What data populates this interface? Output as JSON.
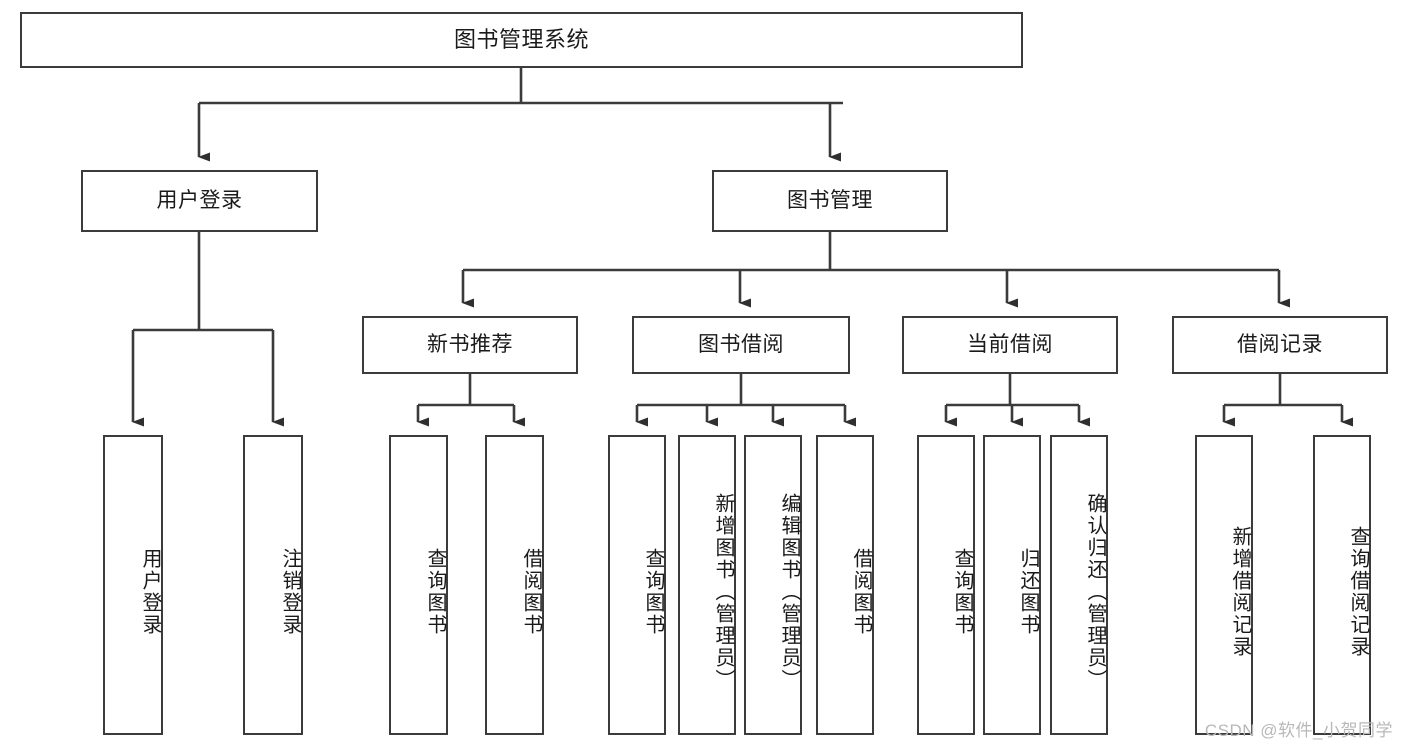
{
  "diagram": {
    "title": "图书管理系统",
    "watermark": "CSDN @软件_小贺同学",
    "line_color": "#3b3b3b",
    "box_fill": "#ffffff",
    "text_color": "#1a1a1a",
    "watermark_color": "#b8b8b8",
    "nodes": {
      "root": "图书管理系统",
      "level2": [
        "用户登录",
        "图书管理"
      ],
      "level3": [
        "新书推荐",
        "图书借阅",
        "当前借阅",
        "借阅记录"
      ],
      "leaves_user_login": [
        "用户登录",
        "注销登录"
      ],
      "leaves_new_book": [
        "查询图书",
        "借阅图书"
      ],
      "leaves_book_borrow": [
        "查询图书",
        "新增图书（管理员）",
        "编辑图书（管理员）",
        "借阅图书"
      ],
      "leaves_current_borrow": [
        "查询图书",
        "归还图书",
        "确认归还（管理员）"
      ],
      "leaves_borrow_record": [
        "新增借阅记录",
        "查询借阅记录"
      ]
    }
  }
}
